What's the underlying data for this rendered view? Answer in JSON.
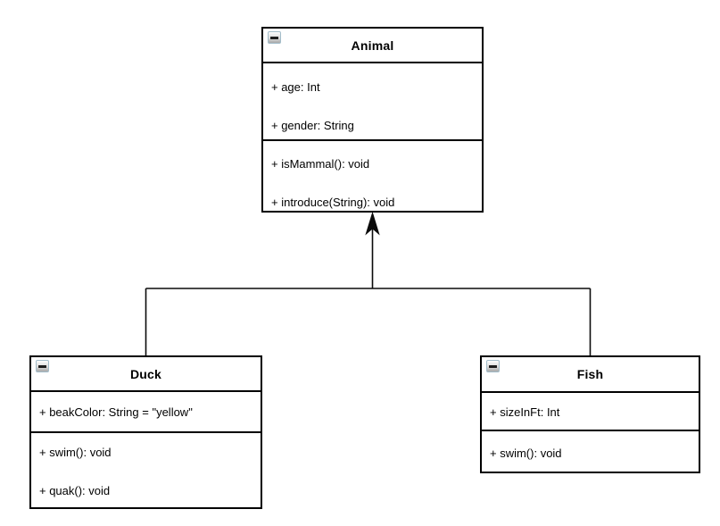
{
  "diagram": {
    "kind": "uml-class-diagram",
    "classes": [
      {
        "name": "Animal",
        "attributes": [
          "+ age: Int",
          "+ gender: String"
        ],
        "methods": [
          "+ isMammal(): void",
          "+ introduce(String): void"
        ]
      },
      {
        "name": "Duck",
        "attributes": [
          "+ beakColor: String = \"yellow\""
        ],
        "methods": [
          "+ swim(): void",
          "+ quak(): void"
        ]
      },
      {
        "name": "Fish",
        "attributes": [
          "+ sizeInFt: Int"
        ],
        "methods": [
          "+ swim(): void"
        ]
      }
    ],
    "relationships": [
      {
        "from": "Duck",
        "to": "Animal",
        "type": "inheritance"
      },
      {
        "from": "Fish",
        "to": "Animal",
        "type": "inheritance"
      }
    ],
    "icons": {
      "collapse": "minus-icon"
    },
    "colors": {
      "line": "#000000",
      "box_background": "#ffffff",
      "text": "#000000",
      "collapse_icon_border": "#a3bdca"
    }
  }
}
